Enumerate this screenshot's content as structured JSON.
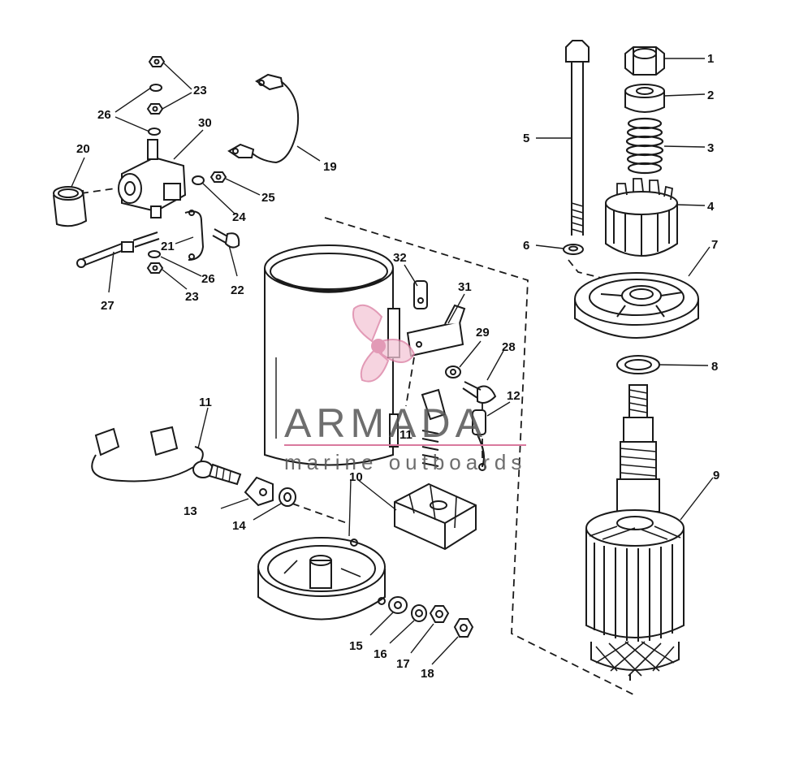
{
  "watermark": {
    "brand": "ARMADA",
    "tagline": "marine outboards",
    "accent_color": "#d9799e",
    "logo_icon": "propeller-icon"
  },
  "callouts": {
    "n1": "1",
    "n2": "2",
    "n3": "3",
    "n4": "4",
    "n5": "5",
    "n6": "6",
    "n7": "7",
    "n8": "8",
    "n9": "9",
    "n10": "10",
    "n11a": "11",
    "n11b": "11",
    "n12": "12",
    "n13": "13",
    "n14": "14",
    "n15": "15",
    "n16": "16",
    "n17": "17",
    "n18": "18",
    "n19": "19",
    "n20": "20",
    "n21": "21",
    "n22": "22",
    "n23a": "23",
    "n23b": "23",
    "n24": "24",
    "n25": "25",
    "n26a": "26",
    "n26b": "26",
    "n27": "27",
    "n28": "28",
    "n29": "29",
    "n30": "30",
    "n31": "31",
    "n32": "32"
  }
}
